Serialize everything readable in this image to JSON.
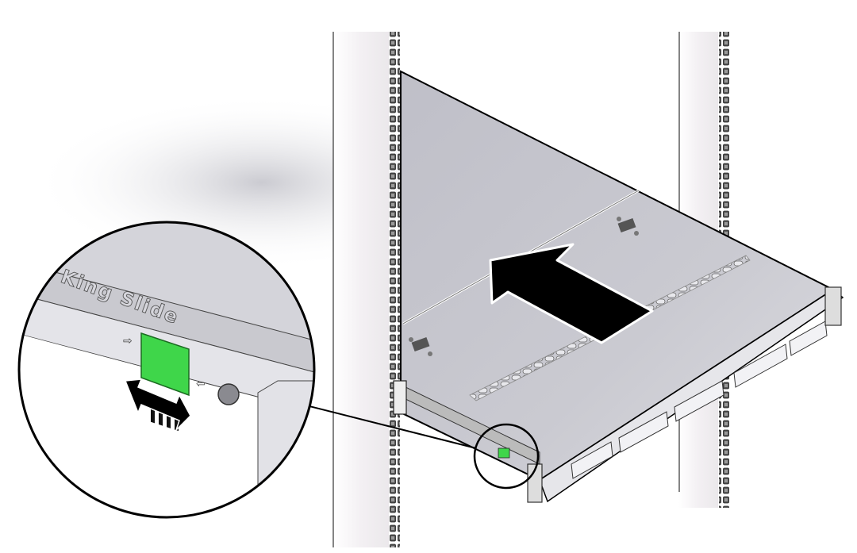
{
  "figure": {
    "subject": "Rackmount 1U server sliding into rack rails",
    "direction_arrow": "push-server-into-rack",
    "colors": {
      "background": "#ffffff",
      "rack_post": "#f4f2f4",
      "server_top": "#c6c6cd",
      "server_top_light": "#d8d8de",
      "front_panel": "#e6e6ea",
      "outline": "#000000",
      "release_tab_green": "#3fd64a",
      "arrow": "#000000"
    }
  },
  "callout": {
    "rail_brand_label": "King Slide",
    "release_tab": "green-slide-rail-release-tab",
    "motion_hint": "bidirectional-arrow",
    "small_arrow_left": "⇦",
    "small_arrow_right": "⇨"
  }
}
